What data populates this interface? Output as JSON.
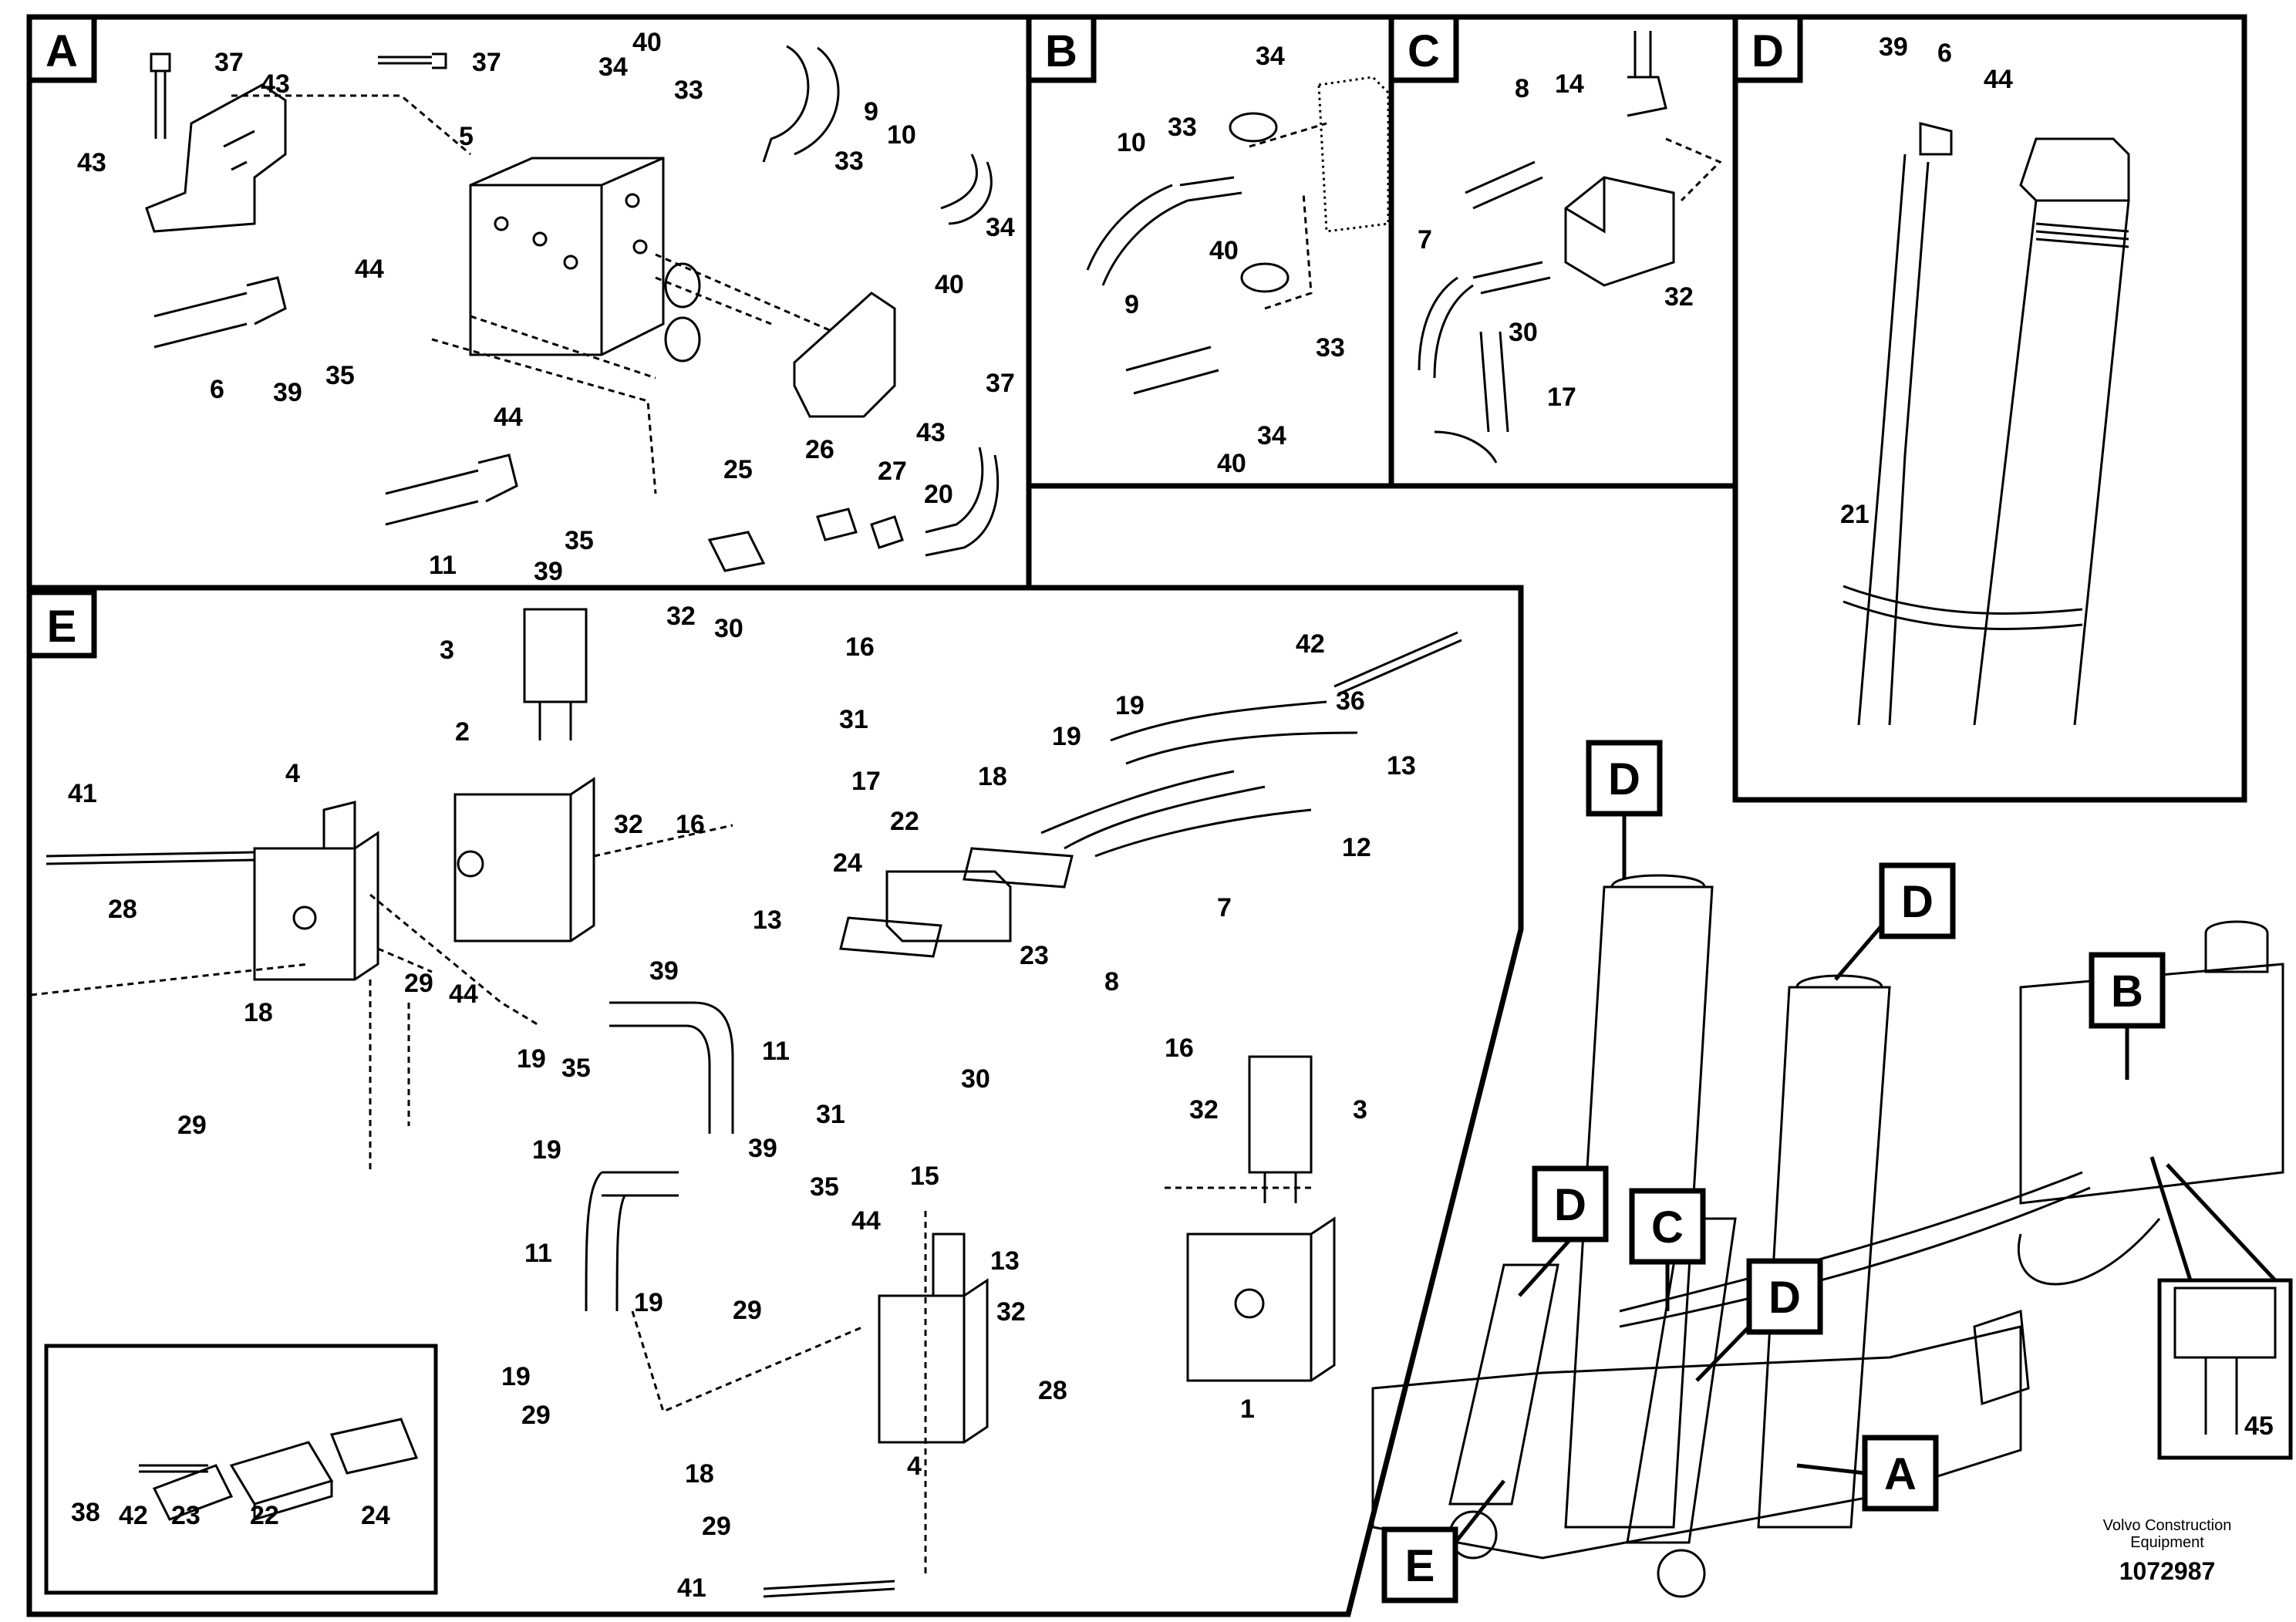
{
  "panels": {
    "A": {
      "letter": "A",
      "parts": [
        "37",
        "37",
        "43",
        "40",
        "34",
        "33",
        "43",
        "5",
        "9",
        "10",
        "33",
        "44",
        "34",
        "40",
        "6",
        "39",
        "35",
        "43",
        "37",
        "44",
        "25",
        "26",
        "27",
        "20",
        "11",
        "39",
        "35"
      ]
    },
    "B": {
      "letter": "B",
      "parts": [
        "34",
        "33",
        "10",
        "40",
        "9",
        "33",
        "40",
        "34"
      ]
    },
    "C": {
      "letter": "C",
      "parts": [
        "14",
        "8",
        "7",
        "30",
        "32",
        "17"
      ]
    },
    "D": {
      "letter": "D",
      "parts": [
        "39",
        "6",
        "44",
        "21"
      ]
    },
    "E": {
      "letter": "E",
      "parts": [
        "3",
        "2",
        "32",
        "30",
        "16",
        "31",
        "17",
        "41",
        "4",
        "28",
        "29",
        "18",
        "32",
        "16",
        "13",
        "39",
        "44",
        "35",
        "11",
        "19",
        "29",
        "19",
        "36",
        "42",
        "19",
        "19",
        "18",
        "13",
        "12",
        "7",
        "8",
        "22",
        "24",
        "23",
        "30",
        "16",
        "32",
        "31",
        "15",
        "39",
        "35",
        "44",
        "3",
        "11",
        "13",
        "32",
        "1",
        "19",
        "29",
        "19",
        "29",
        "28",
        "4",
        "18",
        "29",
        "41",
        "38",
        "42",
        "23",
        "22",
        "24"
      ]
    },
    "overview": {
      "callouts": [
        "D",
        "D",
        "B",
        "D",
        "C",
        "D",
        "A",
        "E"
      ],
      "detail_part": "45"
    }
  },
  "footer": {
    "company_line1": "Volvo Construction",
    "company_line2": "Equipment",
    "doc_number": "1072987"
  }
}
